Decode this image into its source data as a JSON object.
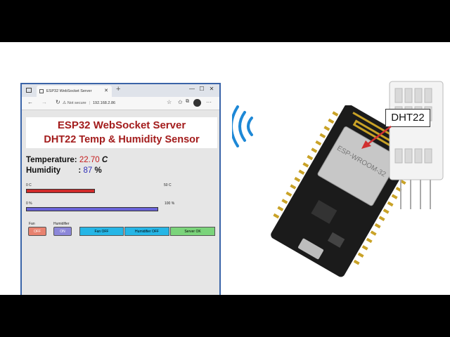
{
  "browser": {
    "tab_title": "ESP32 WebSocket Server",
    "address_status": "Not secure",
    "address_url": "192.168.2.86"
  },
  "banner": {
    "line1": "ESP32 WebSocket Server",
    "line2": "DHT22 Temp & Humidity Sensor"
  },
  "readings": {
    "temperature_label": "Temperature:",
    "temperature_value": "22.70",
    "temperature_unit": "C",
    "humidity_label": "Humidity",
    "humidity_colon": ":",
    "humidity_value": "87",
    "humidity_unit": "%"
  },
  "temperature_bar": {
    "min_label": "0 C",
    "max_label": "50 C",
    "fill_fraction": 0.454
  },
  "humidity_bar": {
    "min_label": "0 %",
    "max_label": "100 %",
    "fill_fraction": 0.87
  },
  "controls": {
    "fan_label": "Fan",
    "fan_state": "OFF",
    "humidifier_label": "Humidifier",
    "humidifier_state": "ON",
    "status_fan": "Fan OFF",
    "status_humidifier": "Humidifier OFF",
    "status_server": "Server OK"
  },
  "sensor_label": "DHT22",
  "colors": {
    "title_red": "#a31c1c",
    "temp_bar": "#d02a2a",
    "hum_bar": "#6a63d8",
    "fan_btn": "#e8826f",
    "humid_btn": "#8c87d9",
    "status_blue": "#26b6e6",
    "status_green": "#7bd47b"
  }
}
